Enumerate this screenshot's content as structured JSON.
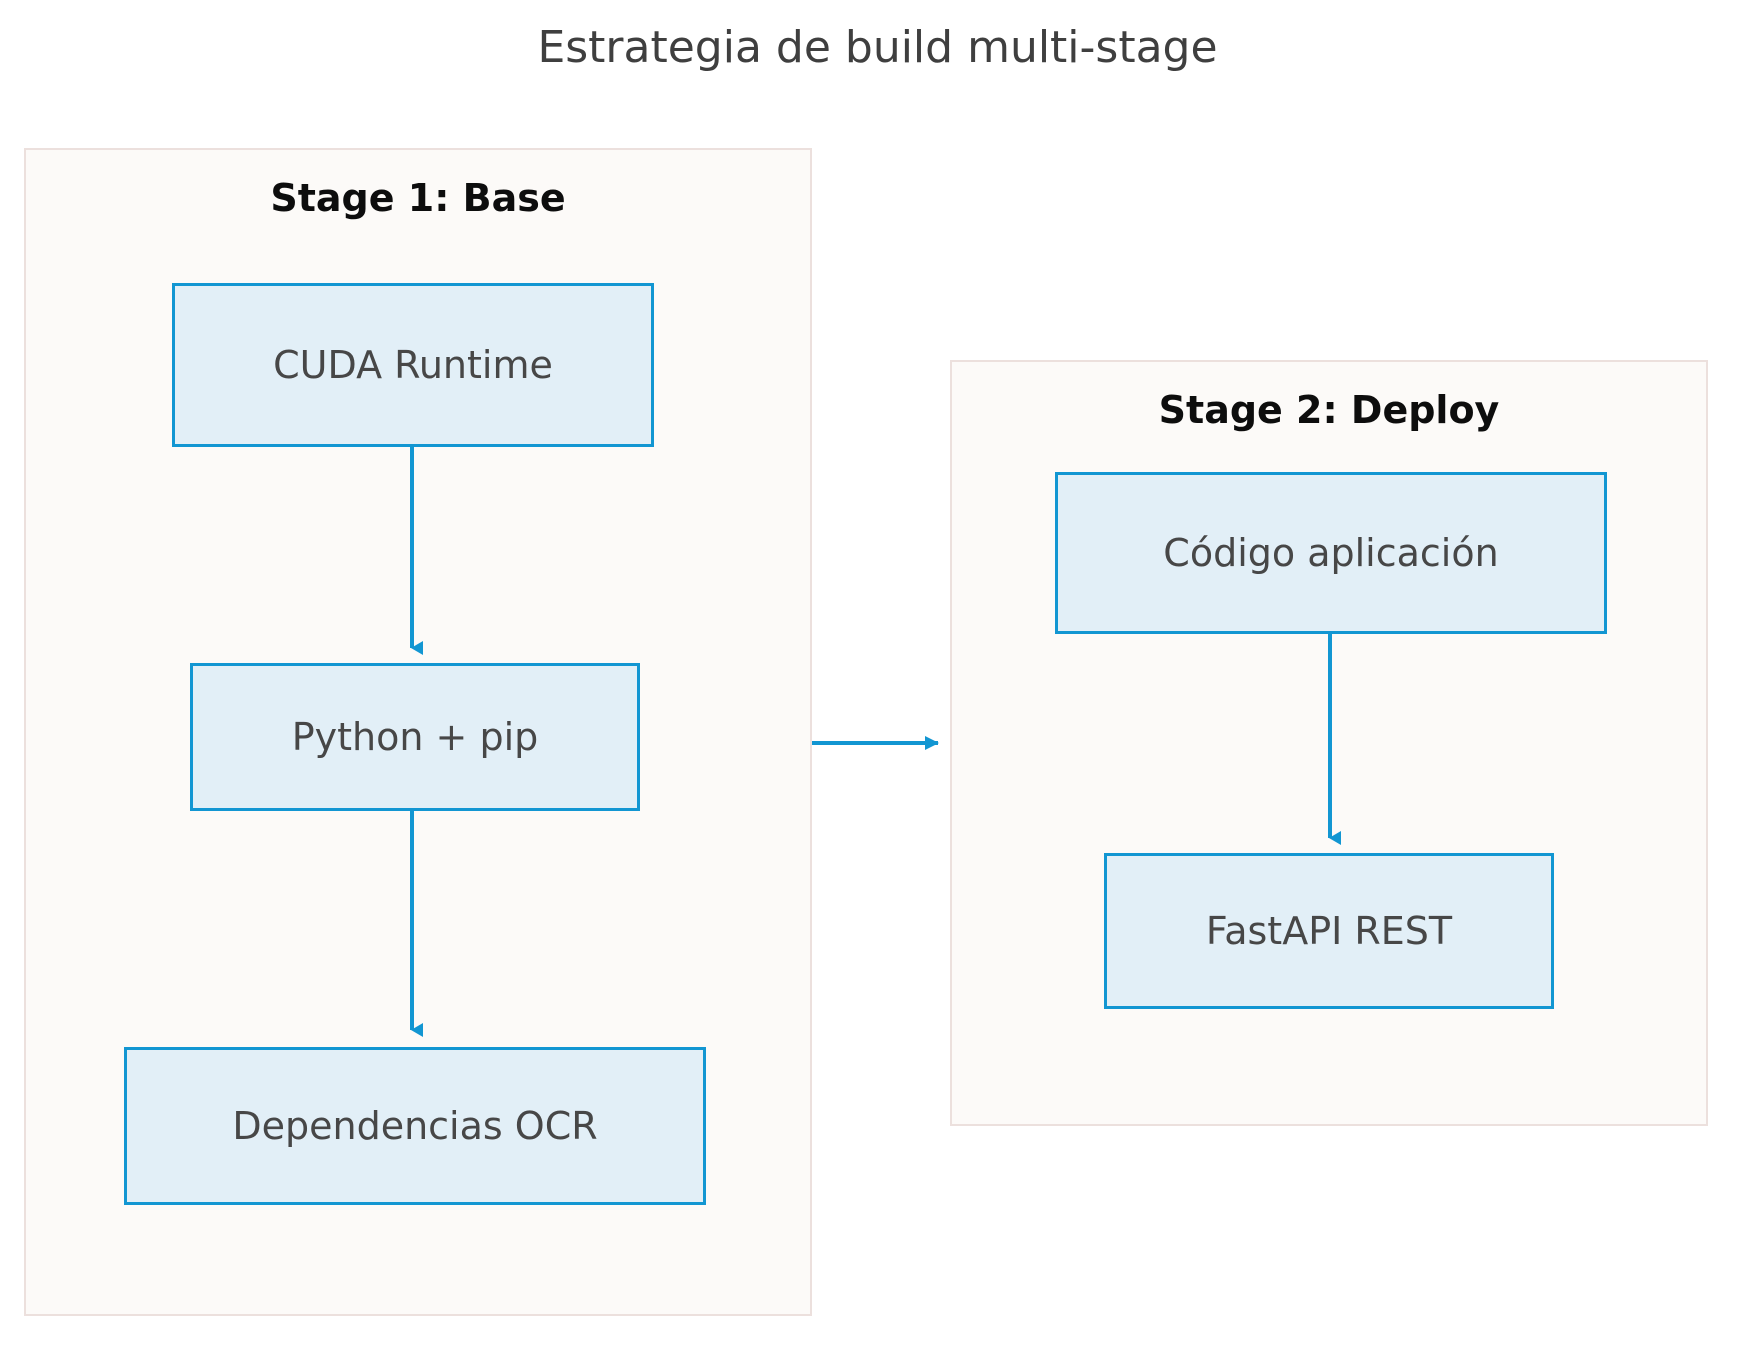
{
  "diagram": {
    "title": "Estrategia de build multi-stage",
    "type": "flowchart",
    "background_color": "#ffffff",
    "colors": {
      "node_fill": "#e2eff7",
      "node_border": "#1296d2",
      "node_text": "#474747",
      "cluster_fill": "#fcfaf8",
      "cluster_border": "#ece0dd",
      "cluster_title": "#0d0d0d",
      "edge": "#1296d2",
      "title_text": "#3f3f3f"
    },
    "clusters": [
      {
        "id": "stage1",
        "label": "Stage 1: Base",
        "nodes": [
          "cuda_runtime",
          "python_pip",
          "dependencias_ocr"
        ]
      },
      {
        "id": "stage2",
        "label": "Stage 2: Deploy",
        "nodes": [
          "codigo_aplicacion",
          "fastapi_rest"
        ]
      }
    ],
    "nodes": [
      {
        "id": "cuda_runtime",
        "label": "CUDA Runtime",
        "cluster": "stage1"
      },
      {
        "id": "python_pip",
        "label": "Python + pip",
        "cluster": "stage1"
      },
      {
        "id": "dependencias_ocr",
        "label": "Dependencias OCR",
        "cluster": "stage1"
      },
      {
        "id": "codigo_aplicacion",
        "label": "Código aplicación",
        "cluster": "stage2"
      },
      {
        "id": "fastapi_rest",
        "label": "FastAPI REST",
        "cluster": "stage2"
      }
    ],
    "edges": [
      {
        "from": "cuda_runtime",
        "to": "python_pip",
        "label": "",
        "direction": "down"
      },
      {
        "from": "python_pip",
        "to": "dependencias_ocr",
        "label": "",
        "direction": "down"
      },
      {
        "from": "python_pip",
        "to": "stage2",
        "label": "",
        "direction": "right"
      },
      {
        "from": "codigo_aplicacion",
        "to": "fastapi_rest",
        "label": "",
        "direction": "down"
      }
    ]
  }
}
